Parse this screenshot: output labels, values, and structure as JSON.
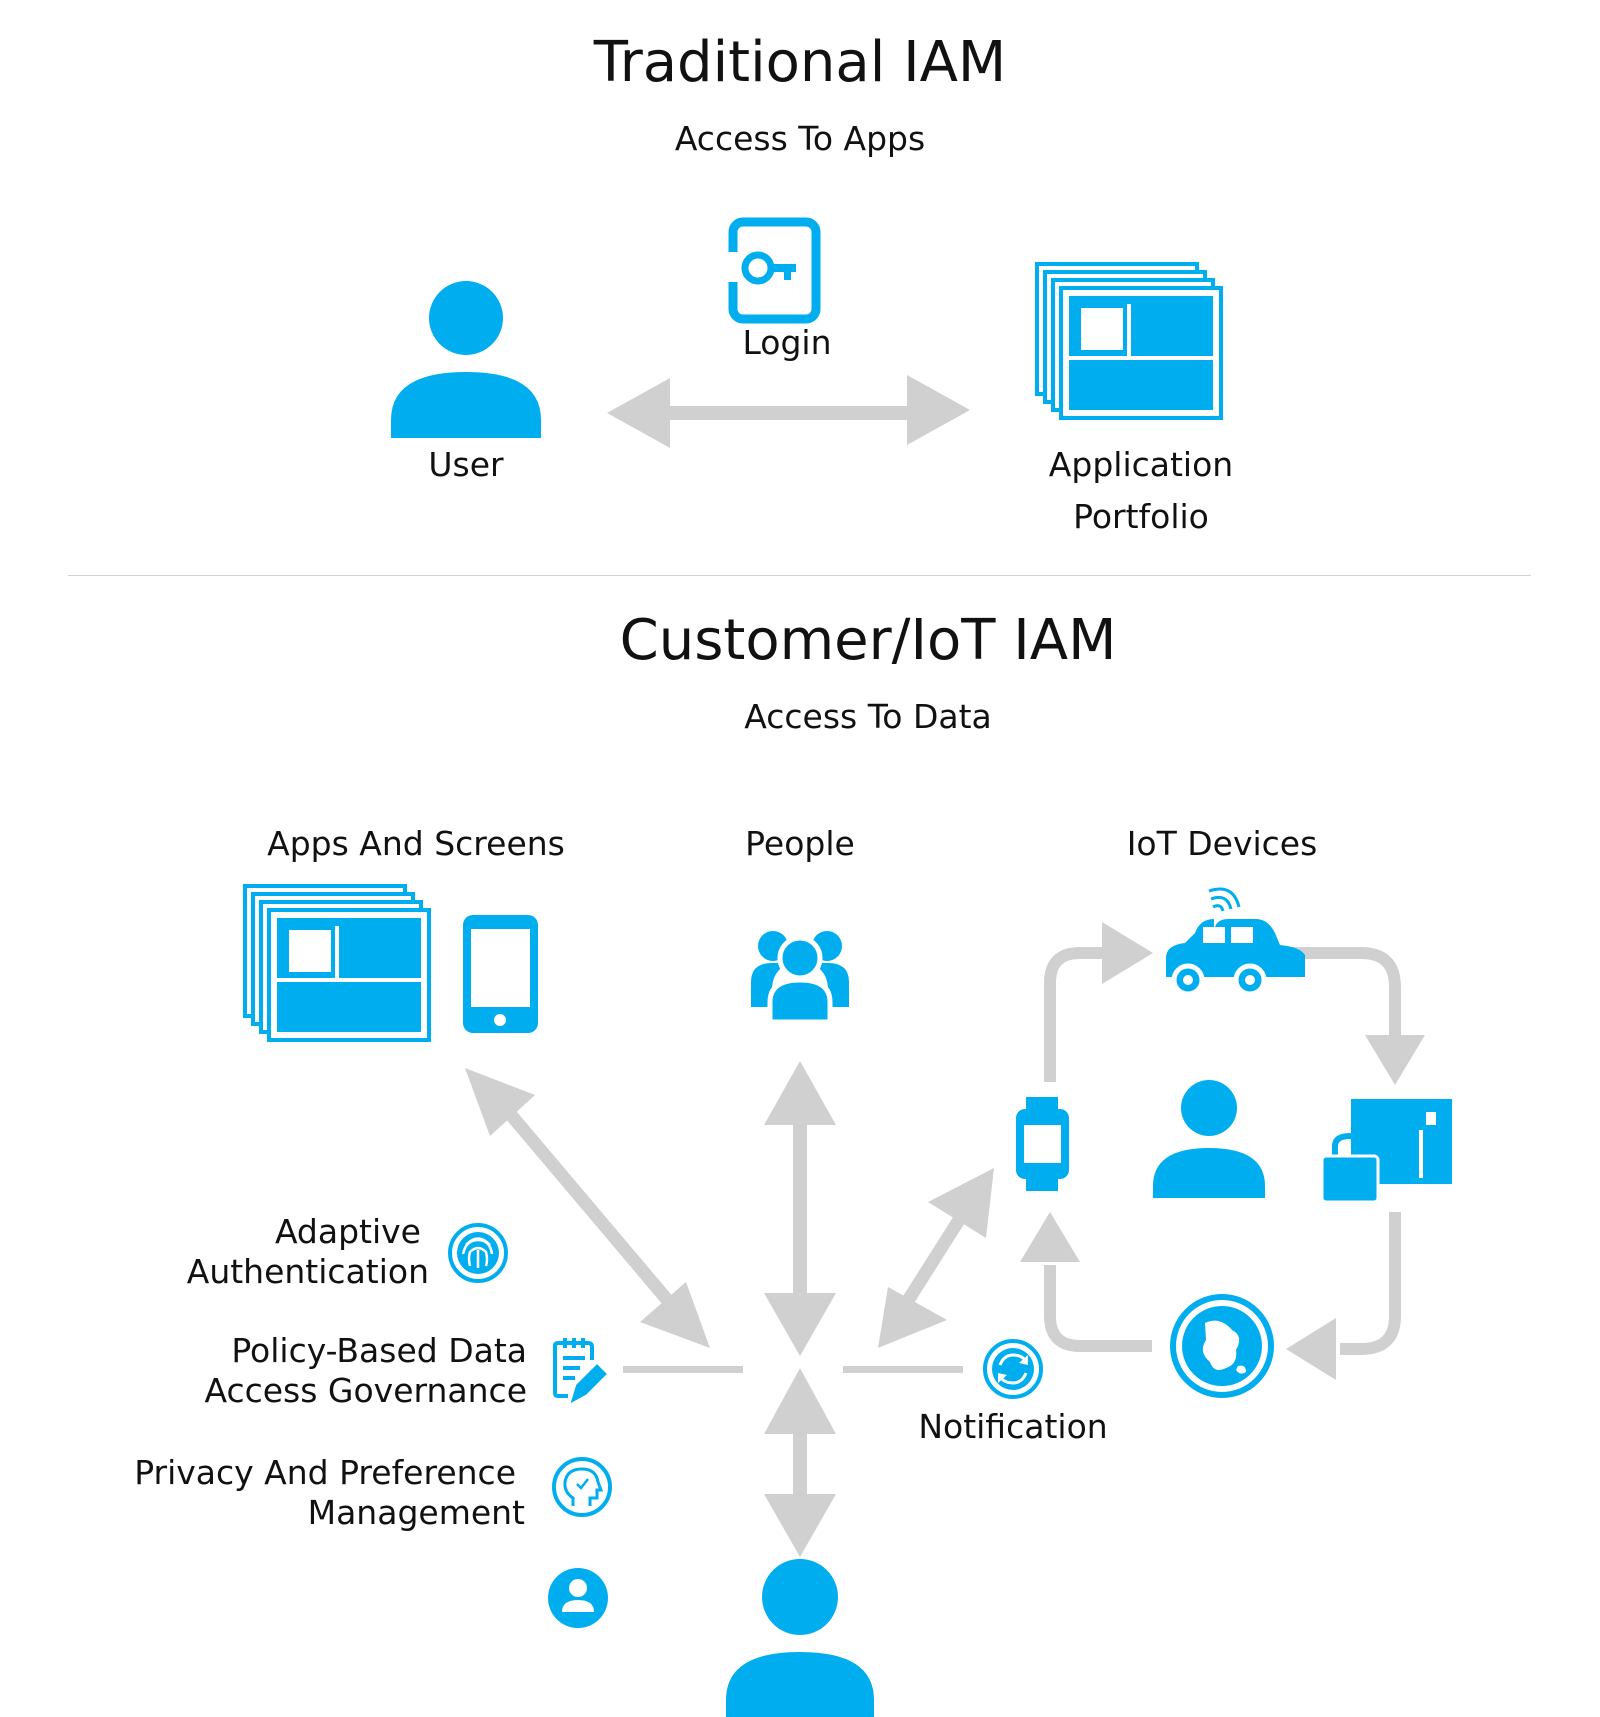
{
  "colors": {
    "accent": "#00aeef",
    "arrow": "#d0d0d0",
    "text": "#111111"
  },
  "traditional": {
    "title": "Traditional IAM",
    "subtitle": "Access To Apps",
    "user_label": "User",
    "login_label": "Login",
    "app_label_line1": "Application",
    "app_label_line2": "Portfolio"
  },
  "customer": {
    "title": "Customer/IoT IAM",
    "subtitle": "Access To Data",
    "apps_label": "Apps And Screens",
    "people_label": "People",
    "iot_label": "IoT Devices",
    "notification_label": "Notification",
    "features": [
      {
        "line1": "Adaptive",
        "line2": "Authentication",
        "icon": "fingerprint-icon"
      },
      {
        "line1": "Policy-Based Data",
        "line2": "Access Governance",
        "icon": "policy-document-icon"
      },
      {
        "line1": "Privacy And Preference",
        "line2": "Management",
        "icon": "privacy-head-icon"
      },
      {
        "icon": "user-profile-icon"
      }
    ]
  }
}
